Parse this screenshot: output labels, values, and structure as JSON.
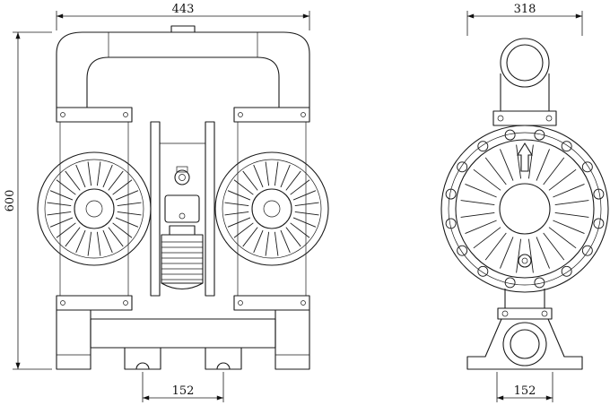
{
  "colors": {
    "background": "#ffffff",
    "line": "#1a1a1a",
    "text": "#111111"
  },
  "front_view": {
    "width_mm": "443",
    "height_mm": "600",
    "foot_spacing_mm": "152"
  },
  "side_view": {
    "width_mm": "318",
    "foot_spacing_mm": "152"
  }
}
